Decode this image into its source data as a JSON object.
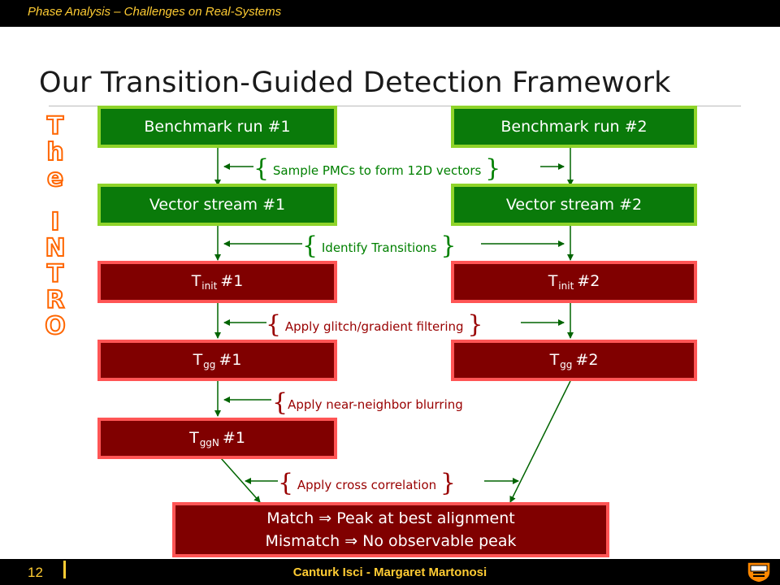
{
  "header": {
    "title": "Phase Analysis – Challenges on Real-Systems"
  },
  "slide": {
    "title": "Our Transition-Guided Detection Framework"
  },
  "side_text": [
    "T",
    "h",
    "e",
    "I",
    "N",
    "T",
    "R",
    "O"
  ],
  "left_column": {
    "bench": "Benchmark run #1",
    "vector": "Vector stream #1",
    "tinit": {
      "t": "T",
      "sub": "init",
      "rest": "#1"
    },
    "tgg": {
      "t": "T",
      "sub": "gg",
      "rest": "#1"
    },
    "tggn": {
      "t": "T",
      "sub": "ggN",
      "rest": "#1"
    }
  },
  "right_column": {
    "bench": "Benchmark run #2",
    "vector": "Vector stream #2",
    "tinit": {
      "t": "T",
      "sub": "init",
      "rest": "#2"
    },
    "tgg": {
      "t": "T",
      "sub": "gg",
      "rest": "#2"
    }
  },
  "steps": {
    "sample": "Sample PMCs to form 12D vectors",
    "identify": "Identify Transitions",
    "glitch": "Apply glitch/gradient filtering",
    "blur": "Apply near-neighbor blurring",
    "cross": "Apply cross correlation"
  },
  "result": {
    "match": "Match ⇒ Peak at best alignment",
    "mismatch": "Mismatch ⇒ No observable peak"
  },
  "footer": {
    "page": "12",
    "author": "Canturk Isci - Margaret Martonosi"
  },
  "colors": {
    "green_box": "#0a7a0a",
    "green_border": "#8fd42a",
    "red_box": "#800000",
    "red_border": "#ff5555",
    "bar_text": "#ffcc33"
  }
}
